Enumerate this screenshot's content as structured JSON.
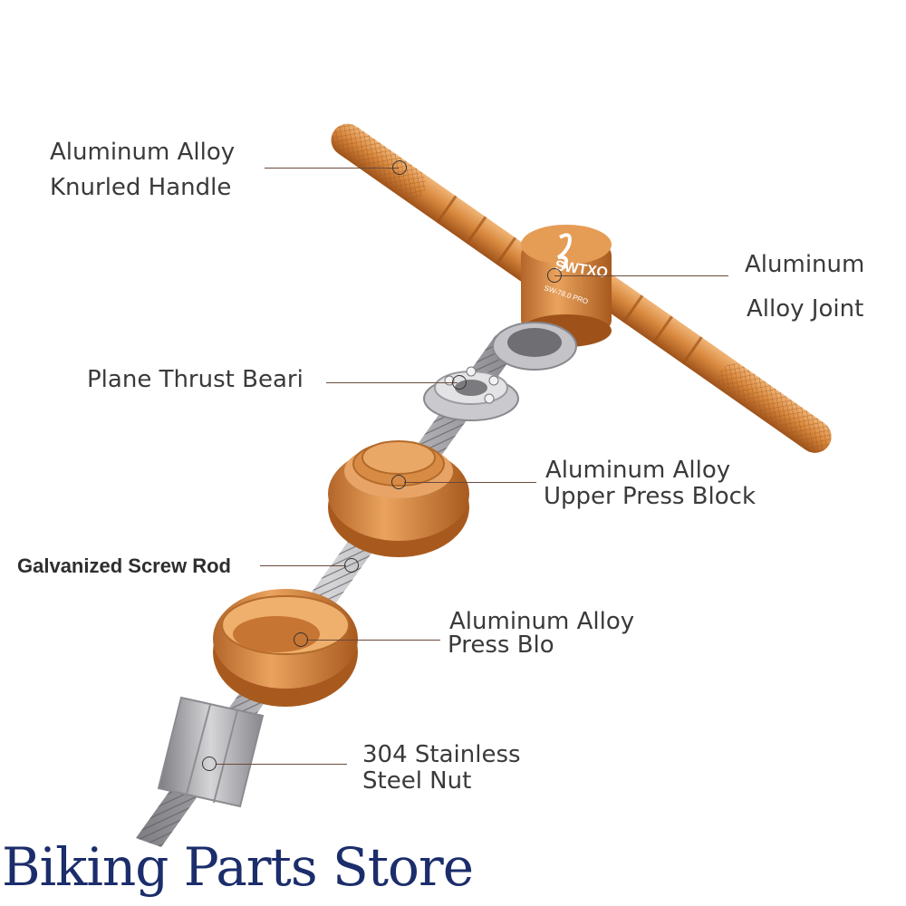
{
  "labels": {
    "handle": [
      "Aluminum Alloy",
      "Knurled Handle"
    ],
    "joint": [
      "Aluminum",
      "Alloy Joint"
    ],
    "bearing": [
      "Plane Thrust Beari"
    ],
    "upper_block": [
      "Aluminum Alloy",
      "Upper Press Block"
    ],
    "screw_rod": [
      "Galvanized Screw Rod"
    ],
    "press_block": [
      "Aluminum Alloy",
      "Press Blo"
    ],
    "nut": [
      "304 Stainless",
      "Steel Nut"
    ]
  },
  "joint_engraving": {
    "brand": "SWTXO",
    "model": "SW-78.0 PRO"
  },
  "watermark": "Biking Parts Store",
  "colors": {
    "aluminum_orange": "#d9893f",
    "aluminum_dark": "#a85a1e",
    "steel": "#a9a9ad",
    "watermark": "#1b2d6b",
    "text": "#3a3a3a"
  }
}
